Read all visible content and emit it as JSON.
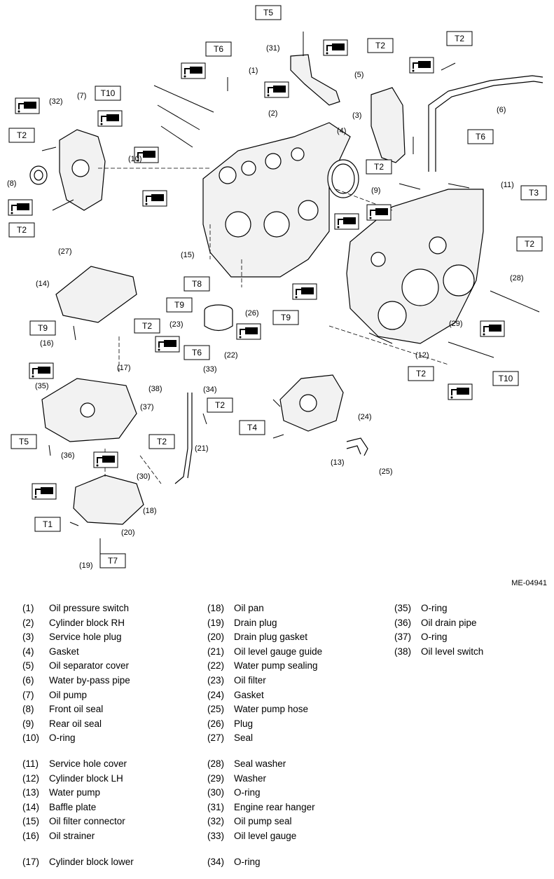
{
  "diagram_code": "ME-04941",
  "torque_labels": [
    "T5",
    "T6",
    "T2",
    "T10",
    "T2",
    "T2",
    "T2",
    "T6",
    "T2",
    "T8",
    "T9",
    "T9",
    "T9",
    "T2",
    "T3",
    "T2",
    "T6",
    "T2",
    "T10",
    "T4",
    "T2",
    "T5",
    "T2",
    "T1",
    "T7"
  ],
  "callouts": [
    "(1)",
    "(2)",
    "(3)",
    "(4)",
    "(5)",
    "(6)",
    "(7)",
    "(8)",
    "(9)",
    "(10)",
    "(11)",
    "(12)",
    "(13)",
    "(14)",
    "(15)",
    "(16)",
    "(17)",
    "(18)",
    "(19)",
    "(20)",
    "(21)",
    "(22)",
    "(23)",
    "(24)",
    "(25)",
    "(26)",
    "(27)",
    "(28)",
    "(29)",
    "(30)",
    "(31)",
    "(32)",
    "(33)",
    "(34)",
    "(35)",
    "(36)",
    "(37)",
    "(38)"
  ],
  "legend": [
    {
      "num": "(1)",
      "name": "Oil pressure switch"
    },
    {
      "num": "(2)",
      "name": "Cylinder block RH"
    },
    {
      "num": "(3)",
      "name": "Service hole plug"
    },
    {
      "num": "(4)",
      "name": "Gasket"
    },
    {
      "num": "(5)",
      "name": "Oil separator cover"
    },
    {
      "num": "(6)",
      "name": "Water by-pass pipe"
    },
    {
      "num": "(7)",
      "name": "Oil pump"
    },
    {
      "num": "(8)",
      "name": "Front oil seal"
    },
    {
      "num": "(9)",
      "name": "Rear oil seal"
    },
    {
      "num": "(10)",
      "name": "O-ring"
    },
    {
      "num": "(11)",
      "name": "Service hole cover"
    },
    {
      "num": "(12)",
      "name": "Cylinder block LH"
    },
    {
      "num": "(13)",
      "name": "Water pump"
    },
    {
      "num": "(14)",
      "name": "Baffle plate"
    },
    {
      "num": "(15)",
      "name": "Oil filter connector"
    },
    {
      "num": "(16)",
      "name": "Oil strainer"
    },
    {
      "num": "(17)",
      "name": "Cylinder block lower"
    },
    {
      "num": "(18)",
      "name": "Oil pan"
    },
    {
      "num": "(19)",
      "name": "Drain plug"
    },
    {
      "num": "(20)",
      "name": "Drain plug gasket"
    },
    {
      "num": "(21)",
      "name": "Oil level gauge guide"
    },
    {
      "num": "(22)",
      "name": "Water pump sealing"
    },
    {
      "num": "(23)",
      "name": "Oil filter"
    },
    {
      "num": "(24)",
      "name": "Gasket"
    },
    {
      "num": "(25)",
      "name": "Water pump hose"
    },
    {
      "num": "(26)",
      "name": "Plug"
    },
    {
      "num": "(27)",
      "name": "Seal"
    },
    {
      "num": "(28)",
      "name": "Seal washer"
    },
    {
      "num": "(29)",
      "name": "Washer"
    },
    {
      "num": "(30)",
      "name": "O-ring"
    },
    {
      "num": "(31)",
      "name": "Engine rear hanger"
    },
    {
      "num": "(32)",
      "name": "Oil pump seal"
    },
    {
      "num": "(33)",
      "name": "Oil level gauge"
    },
    {
      "num": "(34)",
      "name": "O-ring"
    },
    {
      "num": "(35)",
      "name": "O-ring"
    },
    {
      "num": "(36)",
      "name": "Oil drain pipe"
    },
    {
      "num": "(37)",
      "name": "O-ring"
    },
    {
      "num": "(38)",
      "name": "Oil level switch"
    }
  ]
}
